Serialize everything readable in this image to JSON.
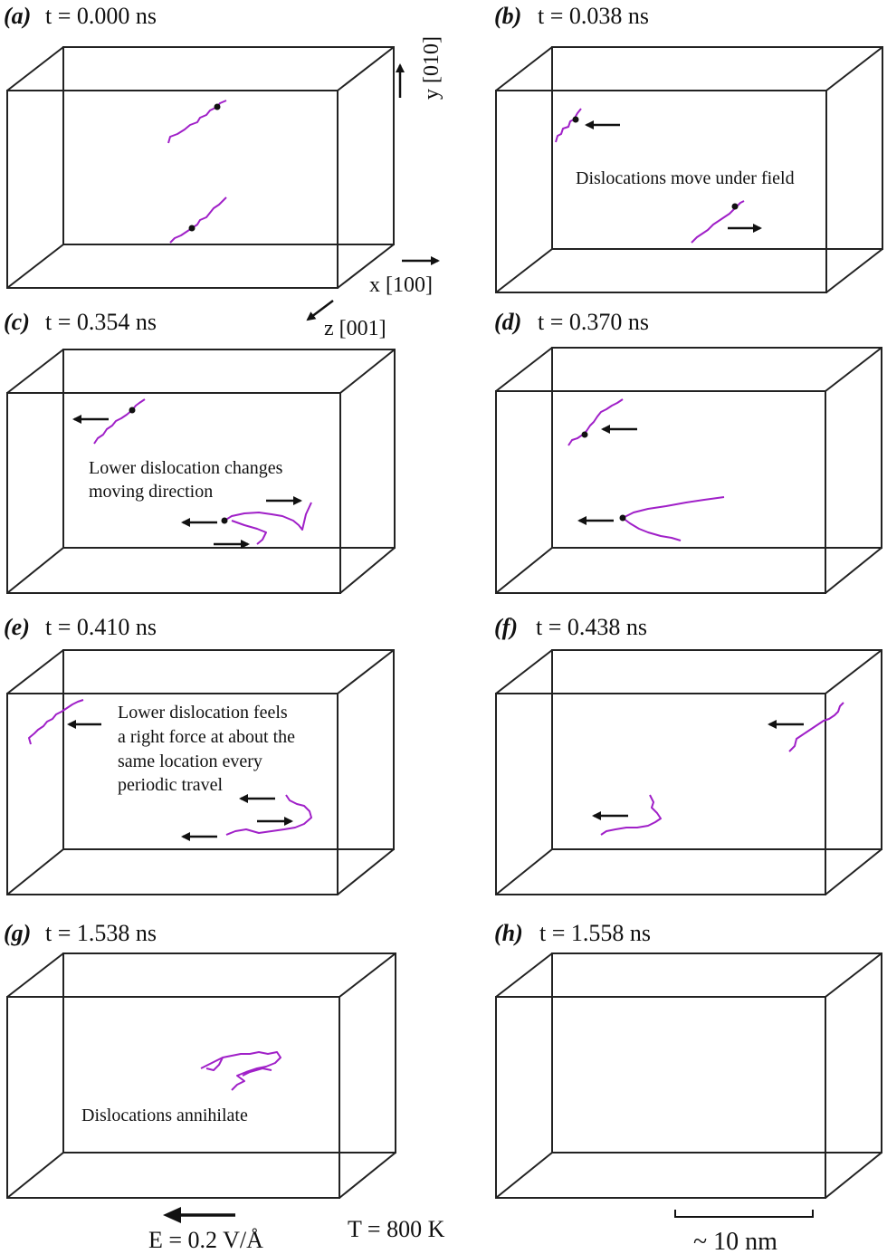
{
  "panels": [
    {
      "letter": "(a)",
      "time": "t = 0.000 ns"
    },
    {
      "letter": "(b)",
      "time": "t = 0.038 ns"
    },
    {
      "letter": "(c)",
      "time": "t = 0.354 ns"
    },
    {
      "letter": "(d)",
      "time": "t = 0.370 ns"
    },
    {
      "letter": "(e)",
      "time": "t = 0.410 ns"
    },
    {
      "letter": "(f)",
      "time": "t = 0.438 ns"
    },
    {
      "letter": "(g)",
      "time": "t = 1.538 ns"
    },
    {
      "letter": "(h)",
      "time": "t = 1.558 ns"
    }
  ],
  "annotations": {
    "b": "Dislocations move under field",
    "c_line1": "Lower dislocation changes",
    "c_line2": "moving direction",
    "e_line1": "Lower dislocation feels",
    "e_line2": "a right force at about the",
    "e_line3": "same location every",
    "e_line4": "periodic travel",
    "g": "Dislocations annihilate"
  },
  "axes": {
    "y": "y [010]",
    "x": "x [100]",
    "z": "z [001]"
  },
  "footer": {
    "field": "E = 0.2 V/Å",
    "temperature": "T = 800 K",
    "scale": "~ 10 nm"
  },
  "colors": {
    "dislocation": "#a020c8",
    "box": "#222222"
  }
}
